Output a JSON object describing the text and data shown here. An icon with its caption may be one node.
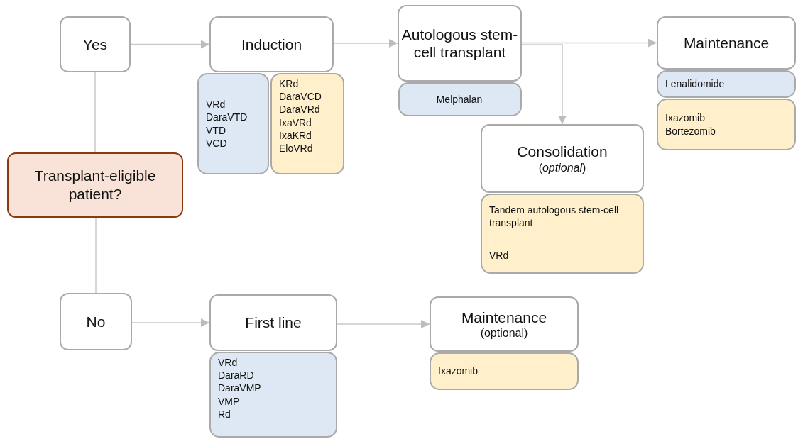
{
  "diagram": {
    "nodes": [
      {
        "text": [
          "Transplant-eligible patient?"
        ]
      },
      {
        "text": [
          "Yes"
        ]
      },
      {
        "text": [
          "Induction"
        ]
      },
      {
        "text": [
          "VRd",
          "DaraVTD",
          "VTD",
          "VCD"
        ]
      },
      {
        "text": [
          "KRd",
          "DaraVCD",
          "DaraVRd",
          "IxaVRd",
          "IxaKRd",
          "EloVRd"
        ]
      },
      {
        "text": [
          "Autologous stem-cell transplant"
        ]
      },
      {
        "text": [
          "Melphalan"
        ]
      },
      {
        "text": [
          "Maintenance"
        ]
      },
      {
        "text": [
          "Lenalidomide"
        ]
      },
      {
        "text": [
          "Ixazomib",
          "Bortezomib"
        ]
      },
      {
        "text": [
          "Consolidation",
          "(*optional*)"
        ]
      },
      {
        "text": [
          "Tandem autologous stem-cell transplant",
          "VRd"
        ]
      },
      {
        "text": [
          "No"
        ]
      },
      {
        "text": [
          "First line"
        ]
      },
      {
        "text": [
          "VRd",
          "DaraRD",
          "DaraVMP",
          "VMP",
          "Rd"
        ]
      },
      {
        "text": [
          "Maintenance",
          "(optional)"
        ]
      },
      {
        "text": [
          "Ixazomib"
        ]
      }
    ],
    "edges": [
      {
        "from": 0,
        "to": 1,
        "arrow": "none"
      },
      {
        "from": 0,
        "to": 12,
        "arrow": "none"
      },
      {
        "from": 1,
        "to": 2,
        "arrow": "to"
      },
      {
        "from": 2,
        "to": 5,
        "arrow": "to"
      },
      {
        "from": 5,
        "to": 7,
        "arrow": "to"
      },
      {
        "from": 5,
        "to": 10,
        "arrow": "to"
      },
      {
        "from": 12,
        "to": 13,
        "arrow": "to"
      },
      {
        "from": 13,
        "to": 15,
        "arrow": "to"
      }
    ]
  }
}
